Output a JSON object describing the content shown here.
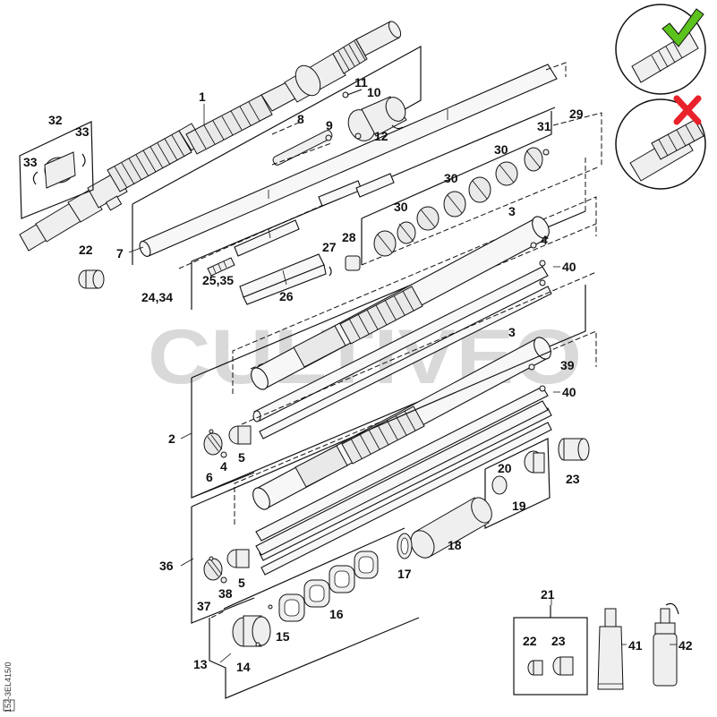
{
  "watermark": "CULTIVEO",
  "image_code": "152-3EL415/0",
  "callouts": {
    "c1": "1",
    "c2": "2",
    "c3a": "3",
    "c3b": "3",
    "c4a": "4",
    "c4b": "4",
    "c5a": "5",
    "c5b": "5",
    "c6": "6",
    "c7": "7",
    "c8": "8",
    "c9": "9",
    "c10": "10",
    "c11": "11",
    "c12": "12",
    "c13": "13",
    "c14": "14",
    "c15": "15",
    "c16": "16",
    "c17": "17",
    "c18": "18",
    "c19": "19",
    "c20": "20",
    "c21": "21",
    "c22a": "22",
    "c22b": "22",
    "c23a": "23",
    "c23b": "23",
    "c24": "24,34",
    "c25": "25,35",
    "c26": "26",
    "c27": "27",
    "c28": "28",
    "c29": "29",
    "c30a": "30",
    "c30b": "30",
    "c30c": "30",
    "c31": "31",
    "c32": "32",
    "c33a": "33",
    "c33b": "33",
    "c36": "36",
    "c37": "37",
    "c38": "38",
    "c39": "39",
    "c40a": "40",
    "c40b": "40",
    "c41": "41",
    "c42": "42"
  },
  "status_marks": {
    "correct": "check-mark",
    "incorrect": "cross-mark"
  },
  "colors": {
    "check": "#5cc21e",
    "cross": "#e8212a",
    "watermark": "#d9d9d9"
  }
}
